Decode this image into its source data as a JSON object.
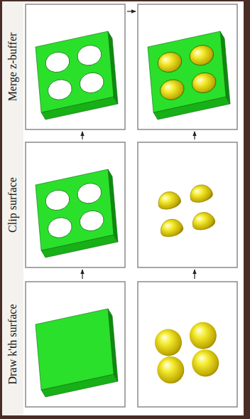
{
  "diagram": {
    "labels": [
      "Merge z-buffer",
      "Clip surface",
      "Draw k'th surface"
    ]
  }
}
